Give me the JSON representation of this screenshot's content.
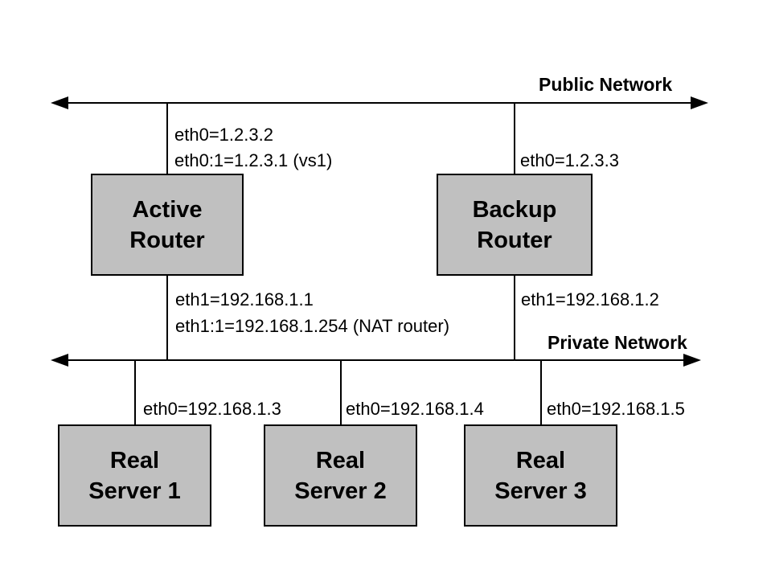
{
  "diagram": {
    "background": "#ffffff",
    "line_color": "#000000",
    "box_fill": "#c0c0c0",
    "box_border": "#000000",
    "public_network": {
      "label": "Public Network"
    },
    "private_network": {
      "label": "Private Network"
    },
    "routers": [
      {
        "name_line1": "Active",
        "name_line2": "Router",
        "public_interfaces": [
          "eth0=1.2.3.2",
          "eth0:1=1.2.3.1 (vs1)"
        ],
        "private_interfaces": [
          "eth1=192.168.1.1",
          "eth1:1=192.168.1.254 (NAT router)"
        ]
      },
      {
        "name_line1": "Backup",
        "name_line2": "Router",
        "public_interfaces": [
          "eth0=1.2.3.3"
        ],
        "private_interfaces": [
          "eth1=192.168.1.2"
        ]
      }
    ],
    "servers": [
      {
        "name_line1": "Real",
        "name_line2": "Server 1",
        "interface": "eth0=192.168.1.3"
      },
      {
        "name_line1": "Real",
        "name_line2": "Server 2",
        "interface": "eth0=192.168.1.4"
      },
      {
        "name_line1": "Real",
        "name_line2": "Server 3",
        "interface": "eth0=192.168.1.5"
      }
    ]
  }
}
